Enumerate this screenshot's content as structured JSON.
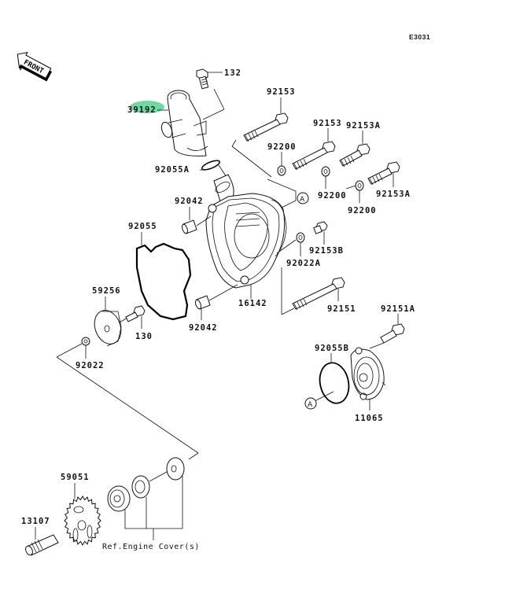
{
  "diagram": {
    "code": "E3031",
    "front_label": "FRONT",
    "highlight_color": "#6fd9a4",
    "ref_note": "Ref.Engine Cover(s)",
    "circle_marker": "A",
    "parts": {
      "p132": "132",
      "p39192": "39192",
      "p92153_top": "92153",
      "p92153_mid": "92153",
      "p92153A_top": "92153A",
      "p92153A_right": "92153A",
      "p92200_left": "92200",
      "p92200_mid": "92200",
      "p92200_right": "92200",
      "p92055A": "92055A",
      "p92042_top": "92042",
      "p92042_bottom": "92042",
      "p92055": "92055",
      "p92153B": "92153B",
      "p92022A": "92022A",
      "p16142": "16142",
      "p92151": "92151",
      "p92151A": "92151A",
      "p59256": "59256",
      "p130": "130",
      "p92022": "92022",
      "p92055B": "92055B",
      "p11065": "11065",
      "p59051": "59051",
      "p13107": "13107"
    }
  }
}
